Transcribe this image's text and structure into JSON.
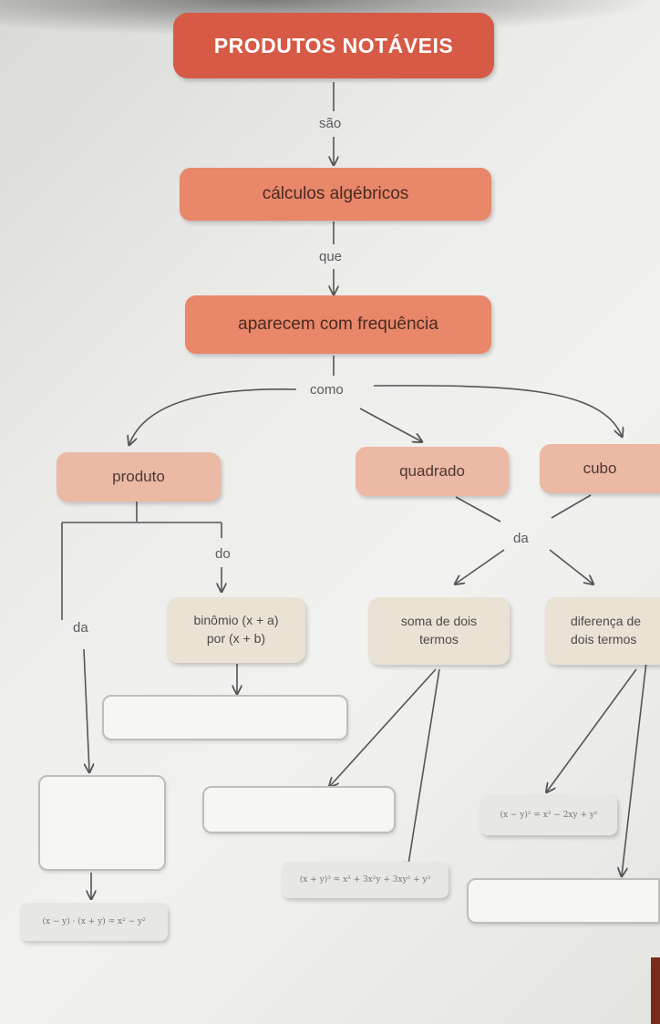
{
  "title": "PRODUTOS NOTÁVEIS",
  "level1": "cálculos algébricos",
  "level2": "aparecem com frequência",
  "connectors": {
    "sao": "são",
    "que": "que",
    "como": "como",
    "do": "do",
    "da_left": "da",
    "da_right": "da"
  },
  "categories": {
    "produto": "produto",
    "quadrado": "quadrado",
    "cubo": "cubo"
  },
  "subcategories": {
    "binomio_line1": "binômio (x + a)",
    "binomio_line2": "por (x + b)",
    "soma_line1": "soma de dois",
    "soma_line2": "termos",
    "diferenca_line1": "diferença de",
    "diferenca_line2": "dois termos"
  },
  "formulas": {
    "quadrado_diferenca": "(x − y)² = x² − 2xy + y²",
    "cubo_soma": "(x + y)³ = x³ + 3x²y + 3xy² + y³",
    "produto_soma_diferenca": "(x − y) · (x + y) = x² − y²"
  },
  "colors": {
    "title": "#d65a45",
    "level": "#e8876a",
    "category": "#ebb9a4",
    "subcategory": "#ebe2d6"
  }
}
